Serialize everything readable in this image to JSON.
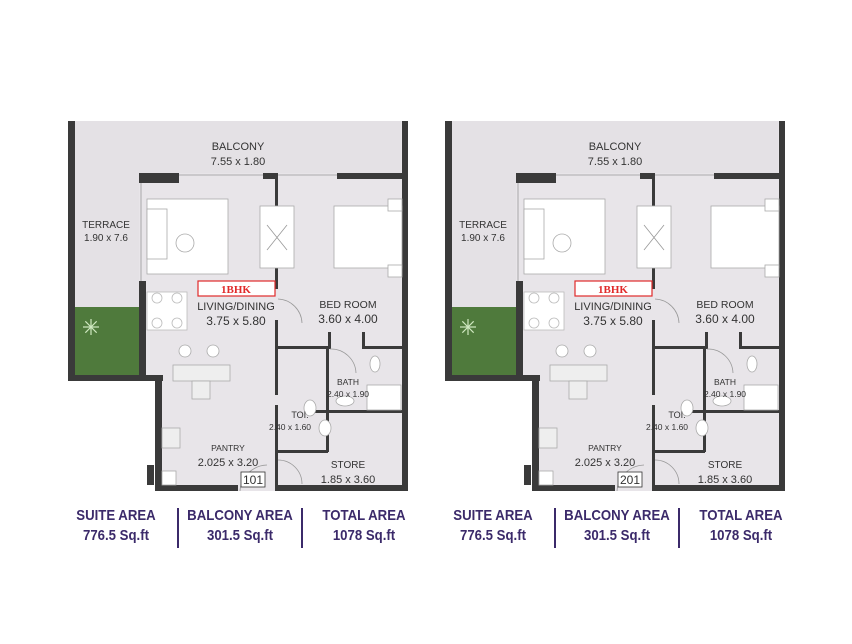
{
  "plans": [
    {
      "unit_type": "1BHK",
      "unit_number": "101",
      "rooms": {
        "balcony": {
          "name": "BALCONY",
          "size": "7.55 x 1.80"
        },
        "terrace": {
          "name": "TERRACE",
          "size": "1.90 x 7.6"
        },
        "living": {
          "name": "LIVING/DINING",
          "size": "3.75 x 5.80"
        },
        "bedroom": {
          "name": "BED ROOM",
          "size": "3.60 x 4.00"
        },
        "bath": {
          "name": "BATH",
          "size": "2.40 x 1.90"
        },
        "toilet": {
          "name": "TOI.",
          "size": "2.40 x 1.60"
        },
        "pantry": {
          "name": "PANTRY",
          "size": "2.025 x 3.20"
        },
        "store": {
          "name": "STORE",
          "size": "1.85 x 3.60"
        }
      },
      "areas": [
        {
          "label": "SUITE AREA",
          "value": "776.5 Sq.ft"
        },
        {
          "label": "BALCONY AREA",
          "value": "301.5 Sq.ft"
        },
        {
          "label": "TOTAL AREA",
          "value": "1078 Sq.ft"
        }
      ]
    },
    {
      "unit_type": "1BHK",
      "unit_number": "201",
      "rooms": {
        "balcony": {
          "name": "BALCONY",
          "size": "7.55 x 1.80"
        },
        "terrace": {
          "name": "TERRACE",
          "size": "1.90 x 7.6"
        },
        "living": {
          "name": "LIVING/DINING",
          "size": "3.75 x 5.80"
        },
        "bedroom": {
          "name": "BED ROOM",
          "size": "3.60 x 4.00"
        },
        "bath": {
          "name": "BATH",
          "size": "2.40 x 1.90"
        },
        "toilet": {
          "name": "TOI.",
          "size": "2.40 x 1.60"
        },
        "pantry": {
          "name": "PANTRY",
          "size": "2.025 x 3.20"
        },
        "store": {
          "name": "STORE",
          "size": "1.85 x 3.60"
        }
      },
      "areas": [
        {
          "label": "SUITE AREA",
          "value": "776.5 Sq.ft"
        },
        {
          "label": "BALCONY AREA",
          "value": "301.5 Sq.ft"
        },
        {
          "label": "TOTAL AREA",
          "value": "1078 Sq.ft"
        }
      ]
    }
  ],
  "colors": {
    "wall": "#3a3a3a",
    "floor": "#e8e5e9",
    "grass": "#4f7a3c",
    "unit_tag": "#e02a2a",
    "area_text": "#3b2a6a"
  }
}
